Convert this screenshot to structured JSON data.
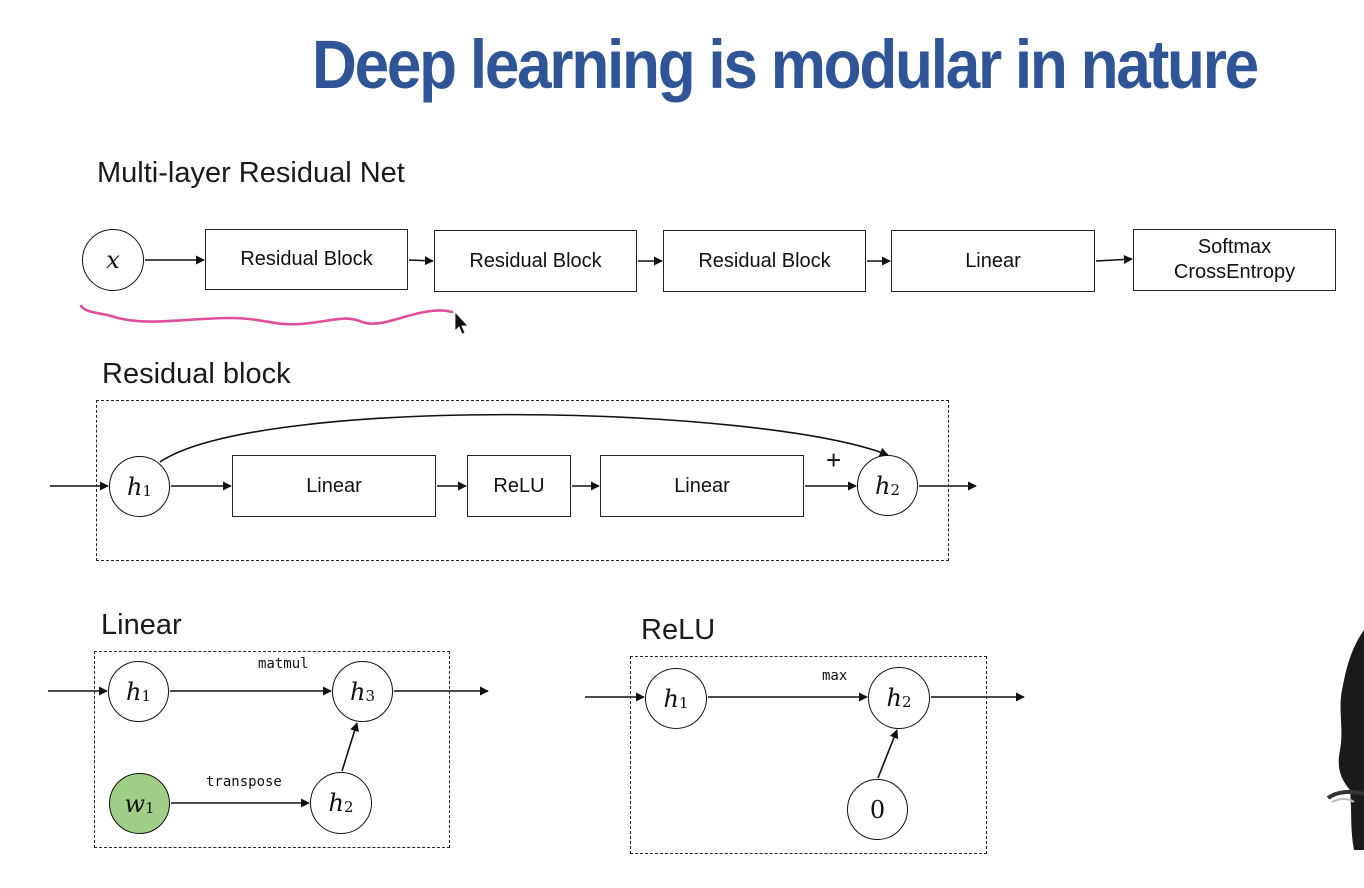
{
  "slide": {
    "title": "Deep learning is modular in nature"
  },
  "residual_net": {
    "heading": "Multi-layer Residual Net",
    "input_node": "x",
    "blocks": [
      "Residual Block",
      "Residual Block",
      "Residual Block",
      "Linear"
    ],
    "loss_block": {
      "line1": "Softmax",
      "line2": "CrossEntropy"
    }
  },
  "residual_block": {
    "heading": "Residual block",
    "input_node": {
      "var": "h",
      "sub": "1"
    },
    "output_node": {
      "var": "h",
      "sub": "2"
    },
    "layers": [
      "Linear",
      "ReLU",
      "Linear"
    ],
    "skip_op": "+"
  },
  "linear_graph": {
    "heading": "Linear",
    "nodes": {
      "h1": {
        "var": "h",
        "sub": "1"
      },
      "h3": {
        "var": "h",
        "sub": "3"
      },
      "w1": {
        "var": "w",
        "sub": "1"
      },
      "h2": {
        "var": "h",
        "sub": "2"
      }
    },
    "ops": {
      "matmul": "matmul",
      "transpose": "transpose"
    },
    "colors": {
      "weight_node_fill": "#9fce86"
    }
  },
  "relu_graph": {
    "heading": "ReLU",
    "nodes": {
      "h1": {
        "var": "h",
        "sub": "1"
      },
      "h2": {
        "var": "h",
        "sub": "2"
      },
      "zero": "0"
    },
    "ops": {
      "max": "max"
    }
  },
  "annotation": {
    "stroke_color": "#e0509a"
  }
}
